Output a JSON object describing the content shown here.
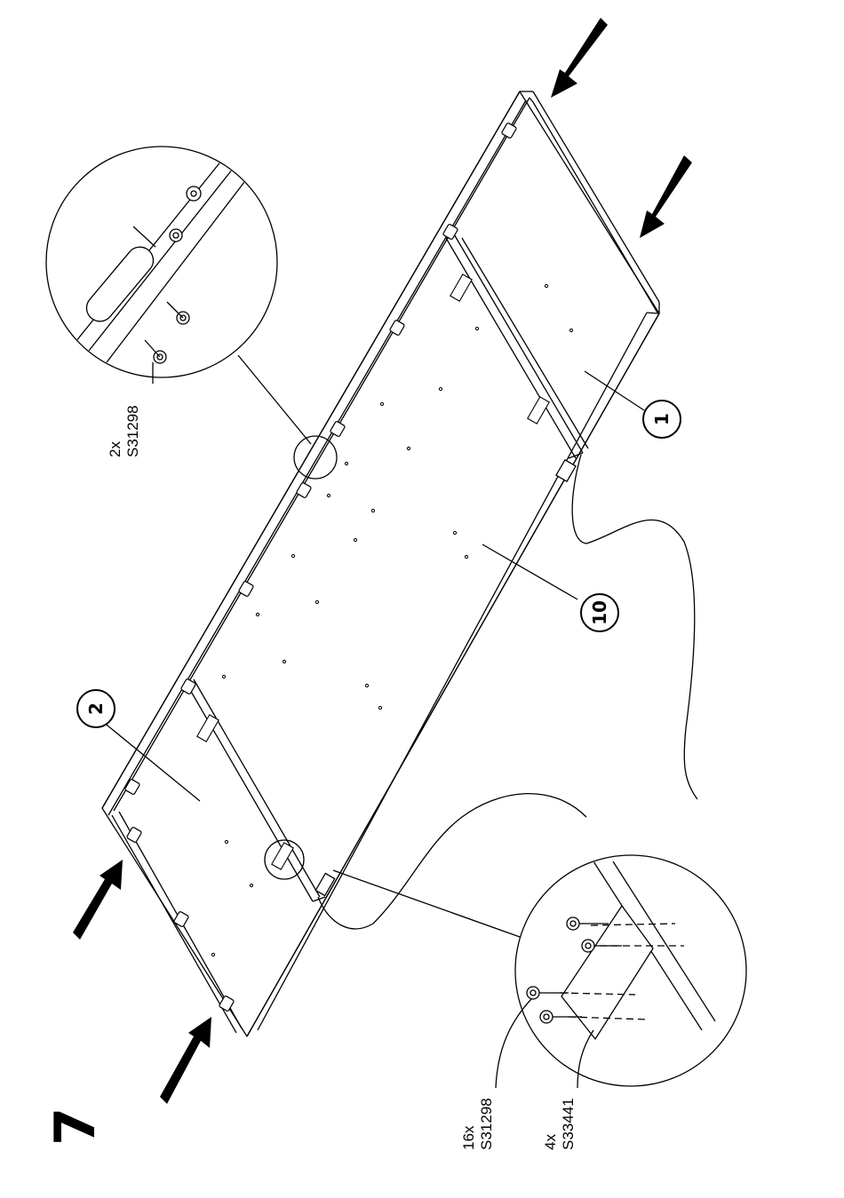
{
  "step": {
    "number": "7"
  },
  "parts": [
    {
      "id": "part-1",
      "label": "1"
    },
    {
      "id": "part-2",
      "label": "2"
    },
    {
      "id": "part-10",
      "label": "10"
    }
  ],
  "detail_top": {
    "qty": "2x",
    "code": "S31298"
  },
  "detail_bottom": {
    "screw": {
      "qty": "16x",
      "code": "S31298"
    },
    "plate": {
      "qty": "4x",
      "code": "S33441"
    }
  }
}
